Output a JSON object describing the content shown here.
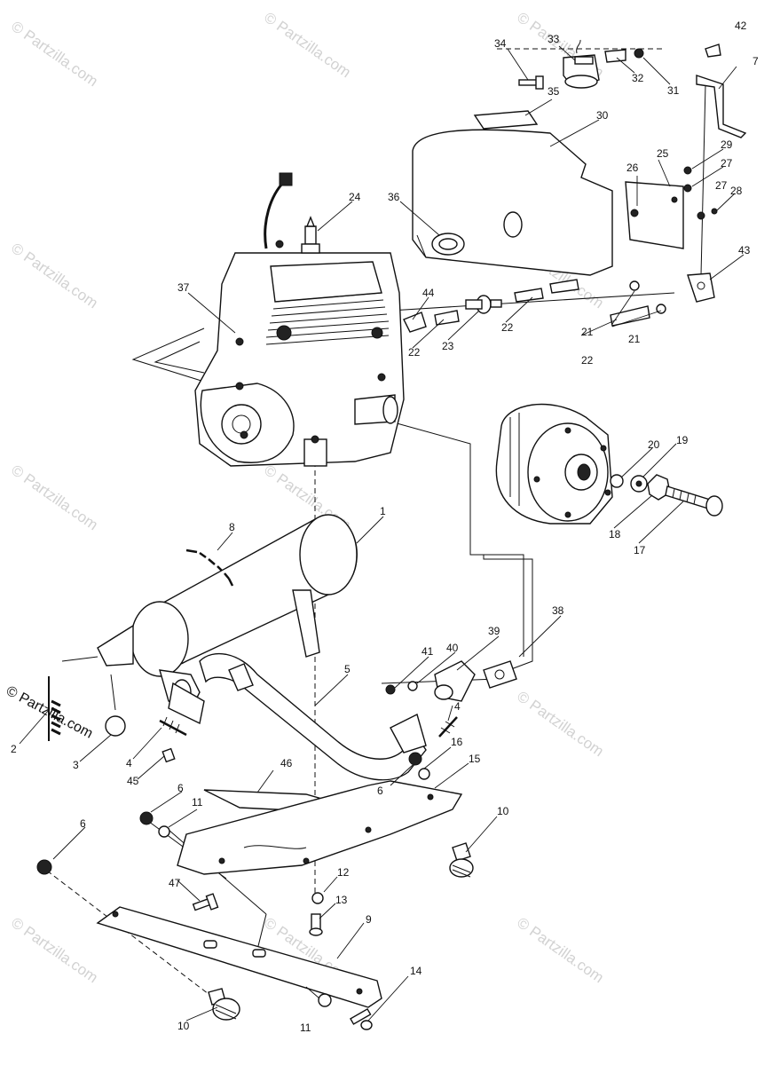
{
  "watermark": "© Partzilla.com",
  "copyright_stamp": "© Partzilla.com",
  "callouts": {
    "p1": "1",
    "p2": "2",
    "p3": "3",
    "p4a": "4",
    "p4b": "4",
    "p5": "5",
    "p6a": "6",
    "p6b": "6",
    "p6c": "6",
    "p7": "7",
    "p8": "8",
    "p9": "9",
    "p10a": "10",
    "p10b": "10",
    "p11a": "11",
    "p11b": "11",
    "p12": "12",
    "p13": "13",
    "p14": "14",
    "p15": "15",
    "p16": "16",
    "p17": "17",
    "p18": "18",
    "p19": "19",
    "p20": "20",
    "p21a": "21",
    "p21b": "21",
    "p22a": "22",
    "p22b": "22",
    "p22c": "22",
    "p23": "23",
    "p24": "24",
    "p25": "25",
    "p26": "26",
    "p27a": "27",
    "p27b": "27",
    "p28": "28",
    "p29": "29",
    "p30": "30",
    "p31": "31",
    "p32": "32",
    "p33": "33",
    "p34": "34",
    "p35": "35",
    "p36": "36",
    "p37": "37",
    "p38": "38",
    "p39": "39",
    "p40": "40",
    "p41": "41",
    "p42": "42",
    "p43": "43",
    "p44": "44",
    "p45": "45",
    "p46": "46",
    "p47": "47"
  },
  "colors": {
    "ink": "#111111",
    "watermark": "#d2d2d2",
    "paper": "#ffffff"
  }
}
